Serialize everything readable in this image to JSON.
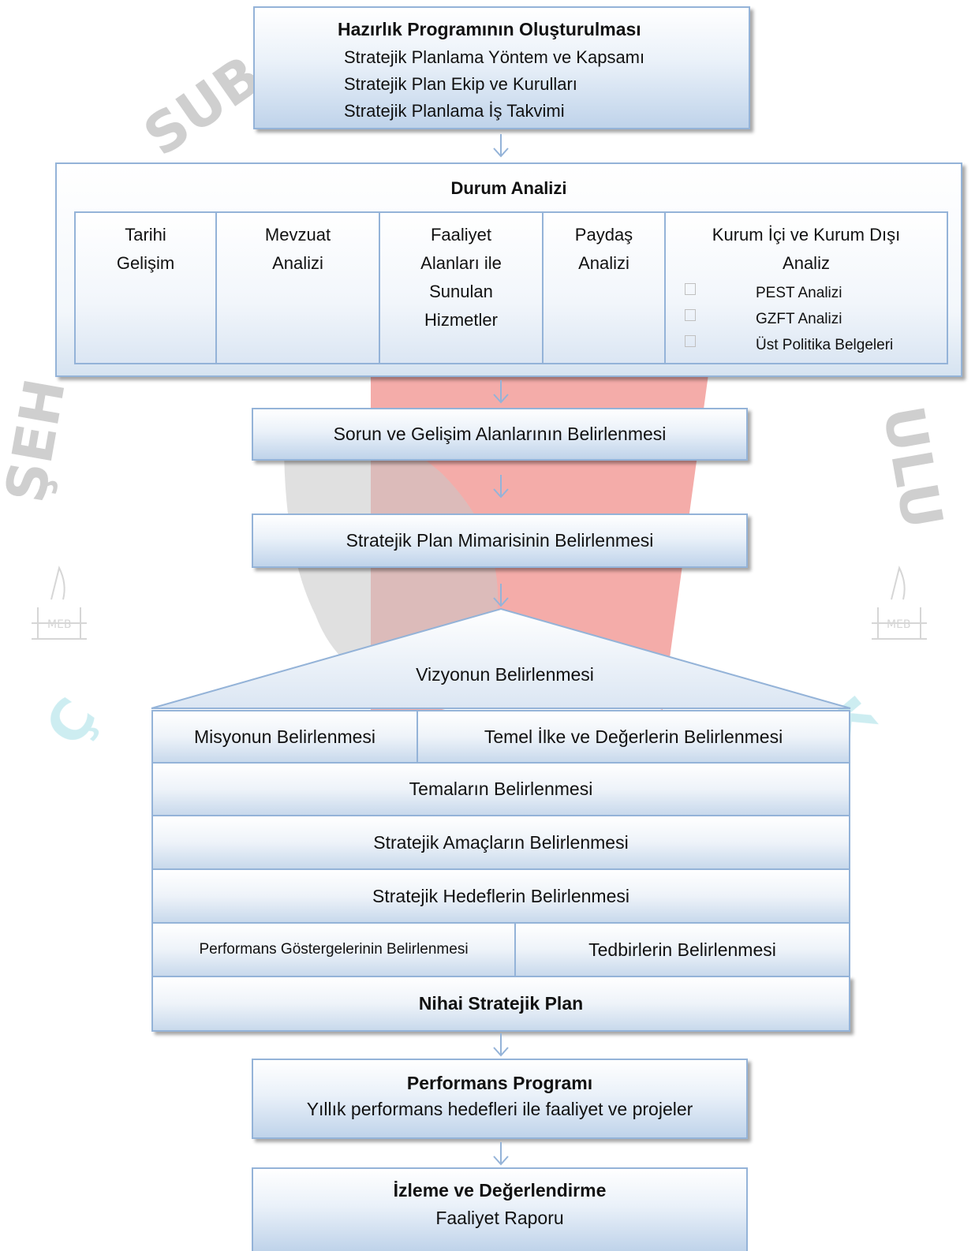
{
  "hazirlik": {
    "title": "Hazırlık Programının Oluşturulması",
    "items": [
      "Stratejik Planlama Yöntem ve Kapsamı",
      "Stratejik Plan Ekip ve Kurulları",
      "Stratejik Planlama İş Takvimi"
    ]
  },
  "durum": {
    "title": "Durum Analizi",
    "cells": [
      {
        "label": "Tarihi Gelişim"
      },
      {
        "label": "Mevzuat Analizi"
      },
      {
        "label": "Faaliyet Alanları ile Sunulan Hizmetler"
      },
      {
        "label": "Paydaş Analizi"
      },
      {
        "label": "Kurum İçi ve Kurum Dışı Analiz"
      }
    ],
    "analiz_items": [
      "PEST Analizi",
      "GZFT Analizi",
      "Üst Politika Belgeleri"
    ]
  },
  "sorun": "Sorun ve Gelişim Alanlarının Belirlenmesi",
  "mimari": "Stratejik Plan Mimarisinin Belirlenmesi",
  "vizyon": "Vizyonun Belirlenmesi",
  "misyon": "Misyonun Belirlenmesi",
  "temel": "Temel İlke ve Değerlerin Belirlenmesi",
  "temalar": "Temaların Belirlenmesi",
  "amaclar": "Stratejik Amaçların Belirlenmesi",
  "hedefler": "Stratejik Hedeflerin Belirlenmesi",
  "performans_gosterge": "Performans Göstergelerinin Belirlenmesi",
  "tedbirler": "Tedbirlerin Belirlenmesi",
  "nihai": "Nihai Stratejik Plan",
  "performans_programi": {
    "title": "Performans Programı",
    "subtitle": "Yıllık performans hedefleri ile faaliyet ve projeler"
  },
  "izleme": {
    "title": "İzleme ve Değerlendirme",
    "subtitle": "Faaliyet Raporu"
  },
  "watermark": {
    "emblem_text": "MEB",
    "colors": {
      "red": "#e5372f",
      "gray": "#b4b4b4",
      "teal": "#7fd3dd",
      "box_border": "#94b3d8",
      "box_fill": "#bfd3ea"
    }
  }
}
